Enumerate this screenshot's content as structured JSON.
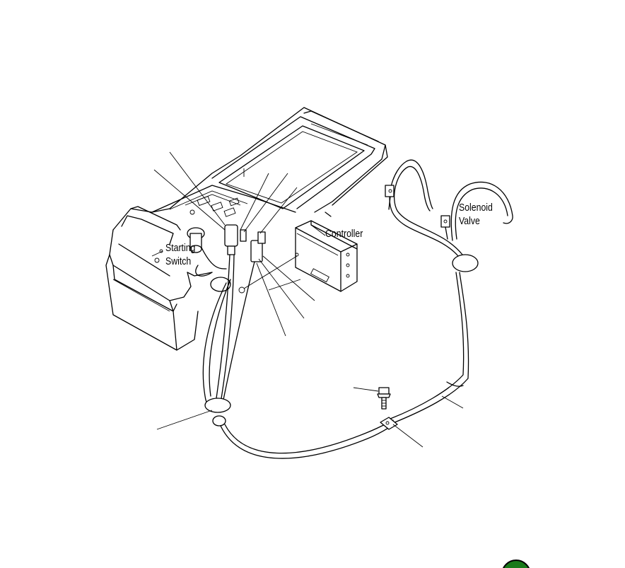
{
  "labels": {
    "starting_switch_line1": "Starting",
    "starting_switch_line2": "Switch",
    "controller": "Controller",
    "solenoid_valve_line1": "Solenoid",
    "solenoid_valve_line2": "Valve"
  },
  "colors": {
    "line": "#000000",
    "background": "#ffffff",
    "corner_badge": "#1a7a1a"
  },
  "icons": {
    "corner_badge": "green-circle-icon"
  }
}
